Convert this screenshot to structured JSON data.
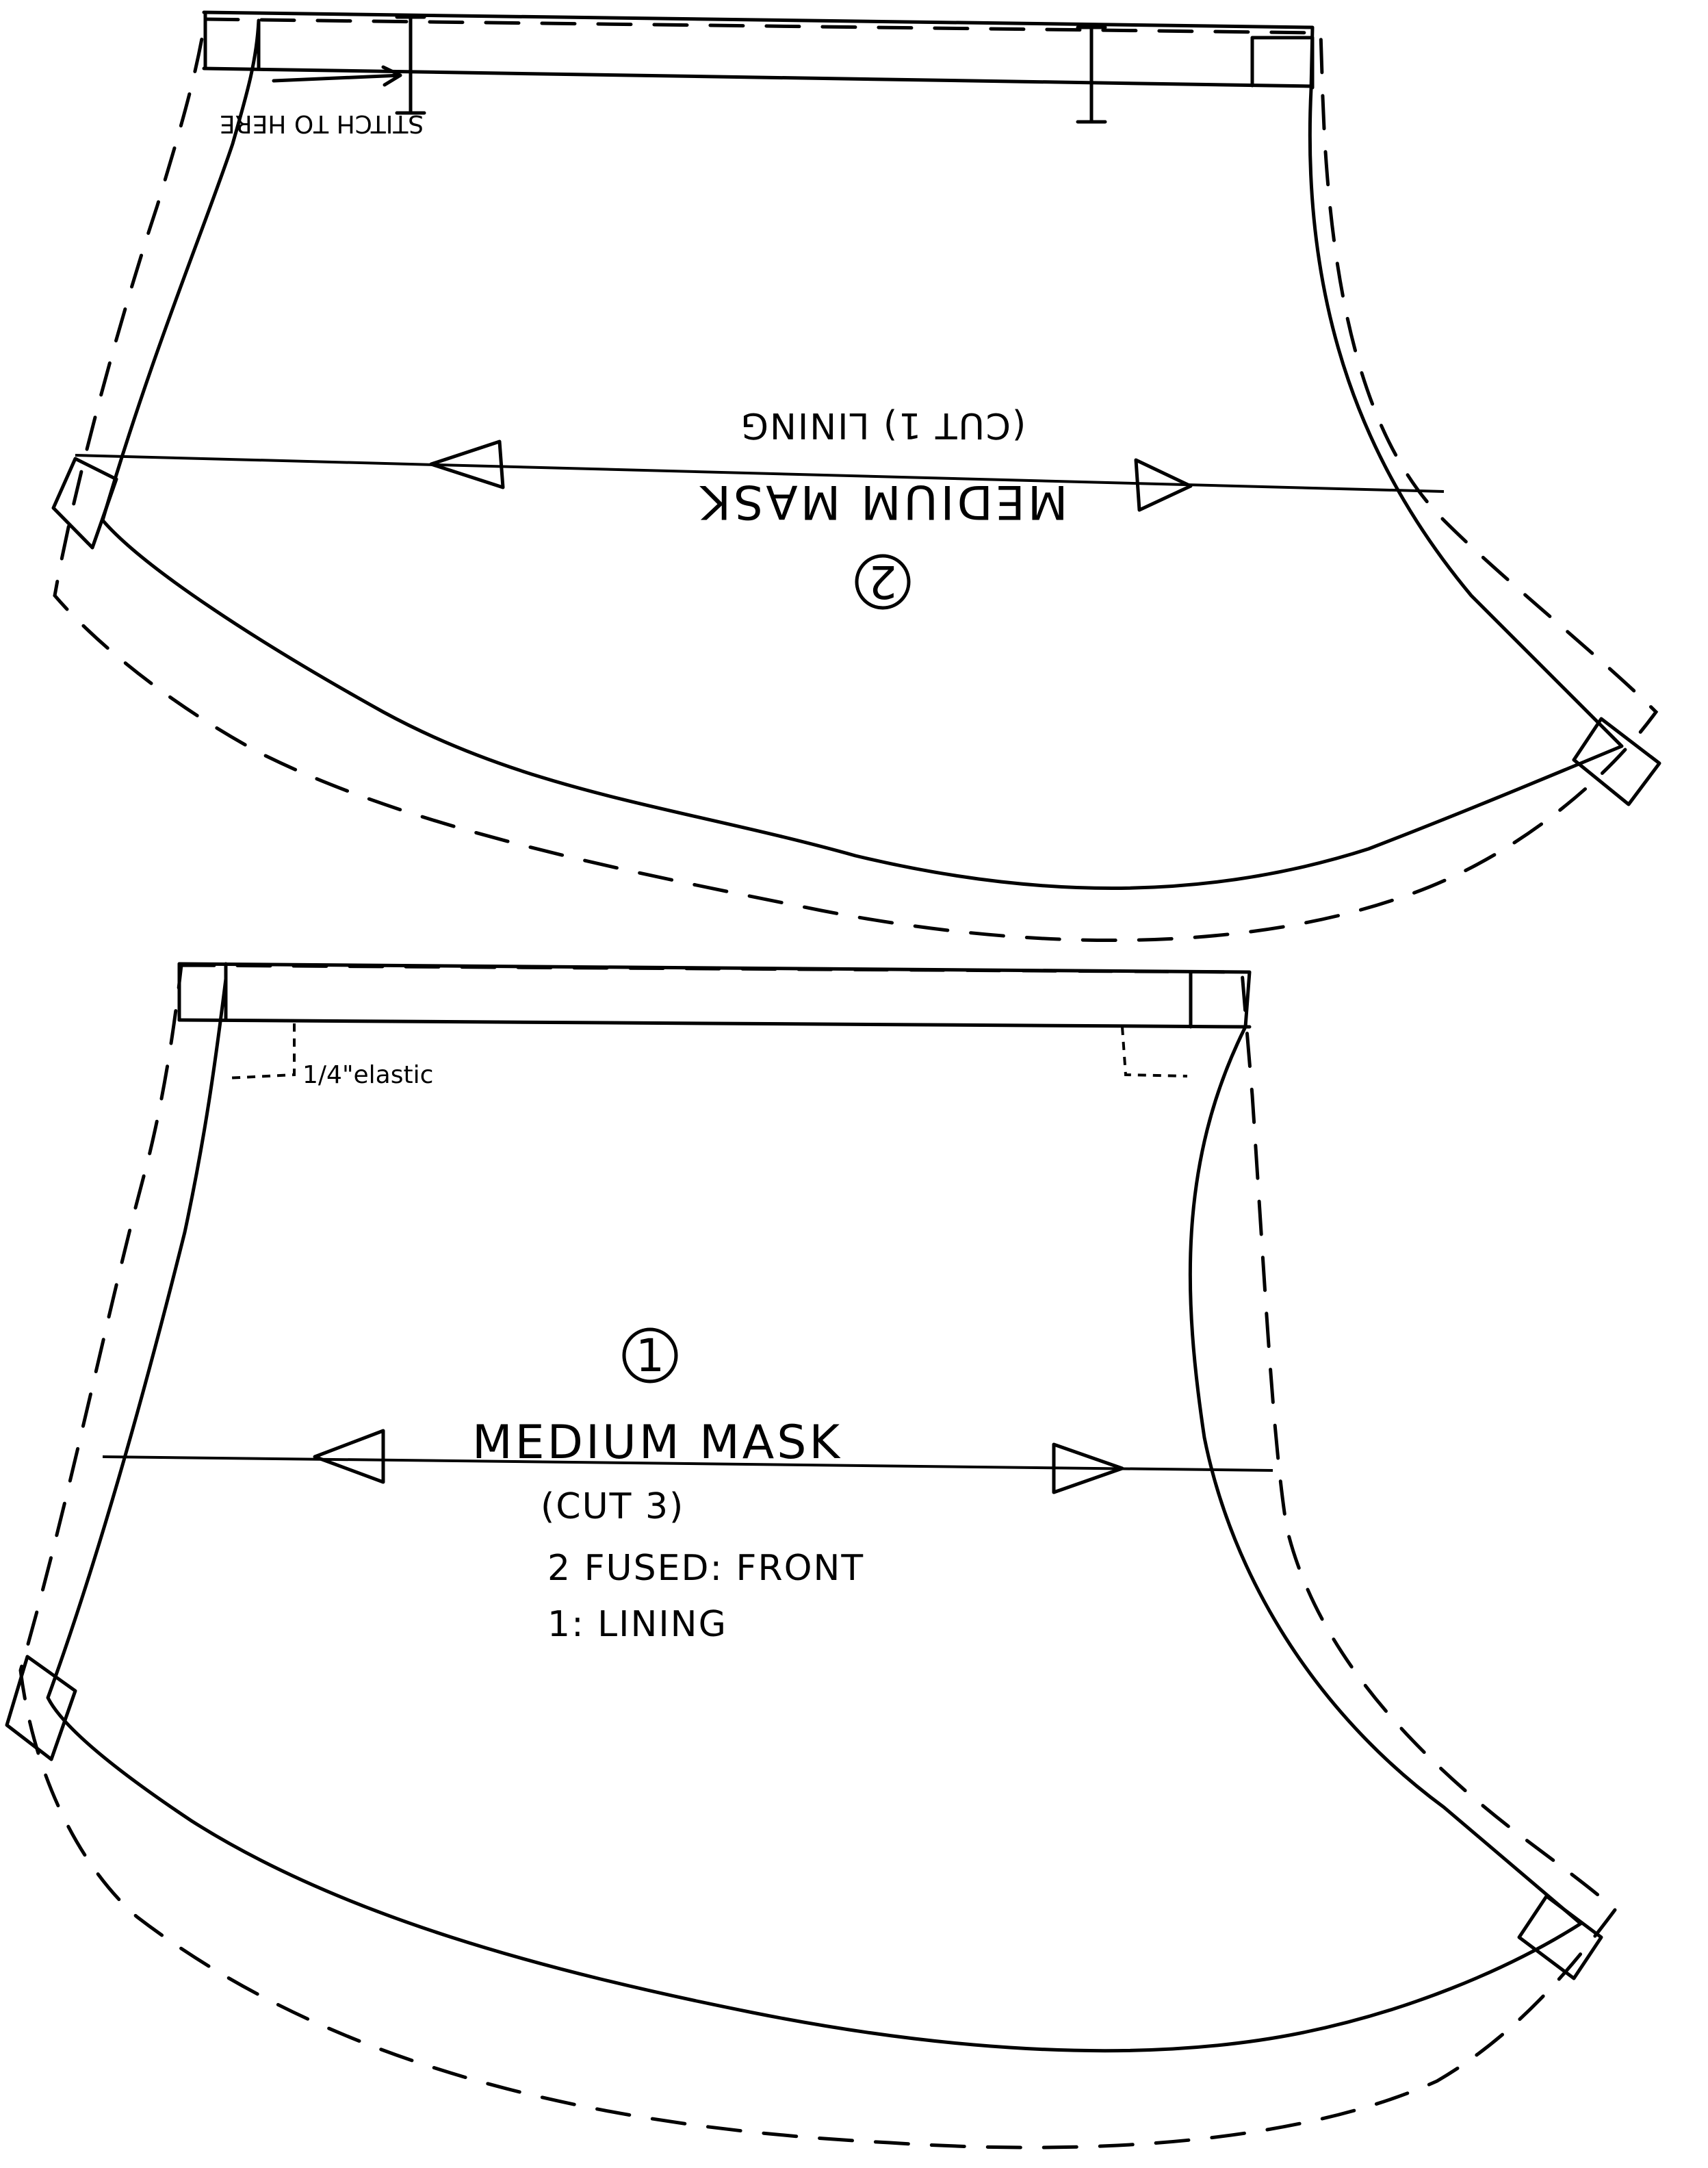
{
  "pieces": [
    {
      "number": "2",
      "title": "MEDIUM MASK",
      "cut": "(CUT 1) LINING",
      "note": "STITCH TO HERE"
    },
    {
      "number": "1",
      "title": "MEDIUM MASK",
      "cut": "(CUT 3)",
      "instructions": [
        "2 FUSED: FRONT",
        "1: LINING"
      ],
      "elastic_note": "1/4\"elastic"
    }
  ]
}
